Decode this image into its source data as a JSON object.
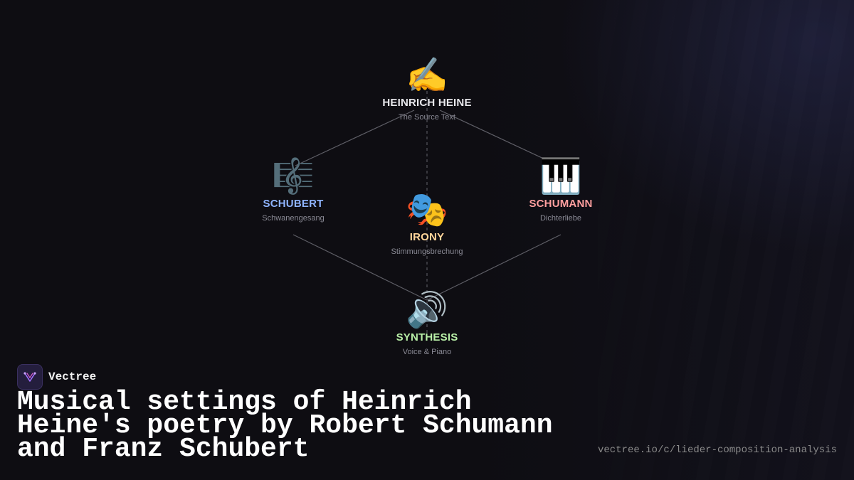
{
  "diagram": {
    "nodes": [
      {
        "id": "heine",
        "icon": "✍️",
        "icon_name": "writing-hand-icon",
        "label": "HEINRICH HEINE",
        "sub": "The Source Text",
        "color": "#e8e8ec"
      },
      {
        "id": "schubert",
        "icon": "🎼",
        "icon_name": "musical-score-icon",
        "label": "SCHUBERT",
        "sub": "Schwanengesang",
        "color": "#8fb4ff"
      },
      {
        "id": "schumann",
        "icon": "🎹",
        "icon_name": "piano-icon",
        "label": "SCHUMANN",
        "sub": "Dichterliebe",
        "color": "#ff9f9f"
      },
      {
        "id": "irony",
        "icon": "🎭",
        "icon_name": "theater-masks-icon",
        "label": "IRONY",
        "sub": "Stimmungsbrechung",
        "color": "#ffd59a"
      },
      {
        "id": "synthesis",
        "icon": "🔊",
        "icon_name": "speaker-icon",
        "label": "SYNTHESIS",
        "sub": "Voice & Piano",
        "color": "#b9f0a8"
      }
    ],
    "edges": [
      {
        "from": "heine",
        "to": "schubert",
        "style": "solid"
      },
      {
        "from": "heine",
        "to": "schumann",
        "style": "solid"
      },
      {
        "from": "schubert",
        "to": "synthesis",
        "style": "solid"
      },
      {
        "from": "schumann",
        "to": "synthesis",
        "style": "solid"
      },
      {
        "from": "heine",
        "to": "synthesis",
        "style": "dashed"
      }
    ]
  },
  "brand": {
    "name": "Vectree",
    "logo_icon": "vectree-logo-icon"
  },
  "title": "Musical settings of Heinrich Heine's poetry by Robert Schumann and Franz Schubert",
  "url": "vectree.io/c/lieder-composition-analysis"
}
